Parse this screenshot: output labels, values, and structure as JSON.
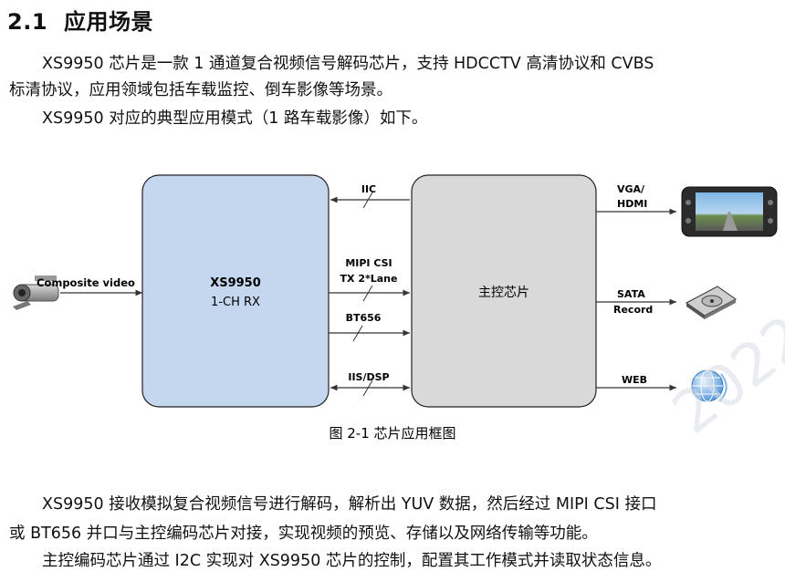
{
  "section": {
    "number": "2.1",
    "title": "应用场景"
  },
  "intro": {
    "line1": "XS9950 芯片是一款 1 通道复合视频信号解码芯片，支持 HDCCTV 高清协议和 CVBS",
    "line2": "标清协议，应用领域包括车载监控、倒车影像等场景。",
    "line3": "XS9950 对应的典型应用模式（1 路车载影像）如下。"
  },
  "diagram": {
    "input_label": "Composite video",
    "chip_name": "XS9950",
    "chip_sub": "1-CH RX",
    "iic": "IIC",
    "mipi_line1": "MIPI CSI",
    "mipi_line2": "TX 2*Lane",
    "bt656": "BT656",
    "iis": "IIS/DSP",
    "main_chip": "主控芯片",
    "vga_line1": "VGA/",
    "vga_line2": "HDMI",
    "sata_line1": "SATA",
    "sata_line2": "Record",
    "web": "WEB",
    "caption": "图 2-1  芯片应用框图",
    "colors": {
      "chip_fill": "#c5d6ef",
      "main_fill": "#d9d9d9"
    }
  },
  "body": {
    "line1": "XS9950 接收模拟复合视频信号进行解码，解析出 YUV 数据，然后经过 MIPI CSI 接口",
    "line2": "或 BT656 并口与主控编码芯片对接，实现视频的预览、存储以及网络传输等功能。",
    "line3": "主控编码芯片通过 I2C 实现对 XS9950 芯片的控制，配置其工作模式并读取状态信息。"
  }
}
